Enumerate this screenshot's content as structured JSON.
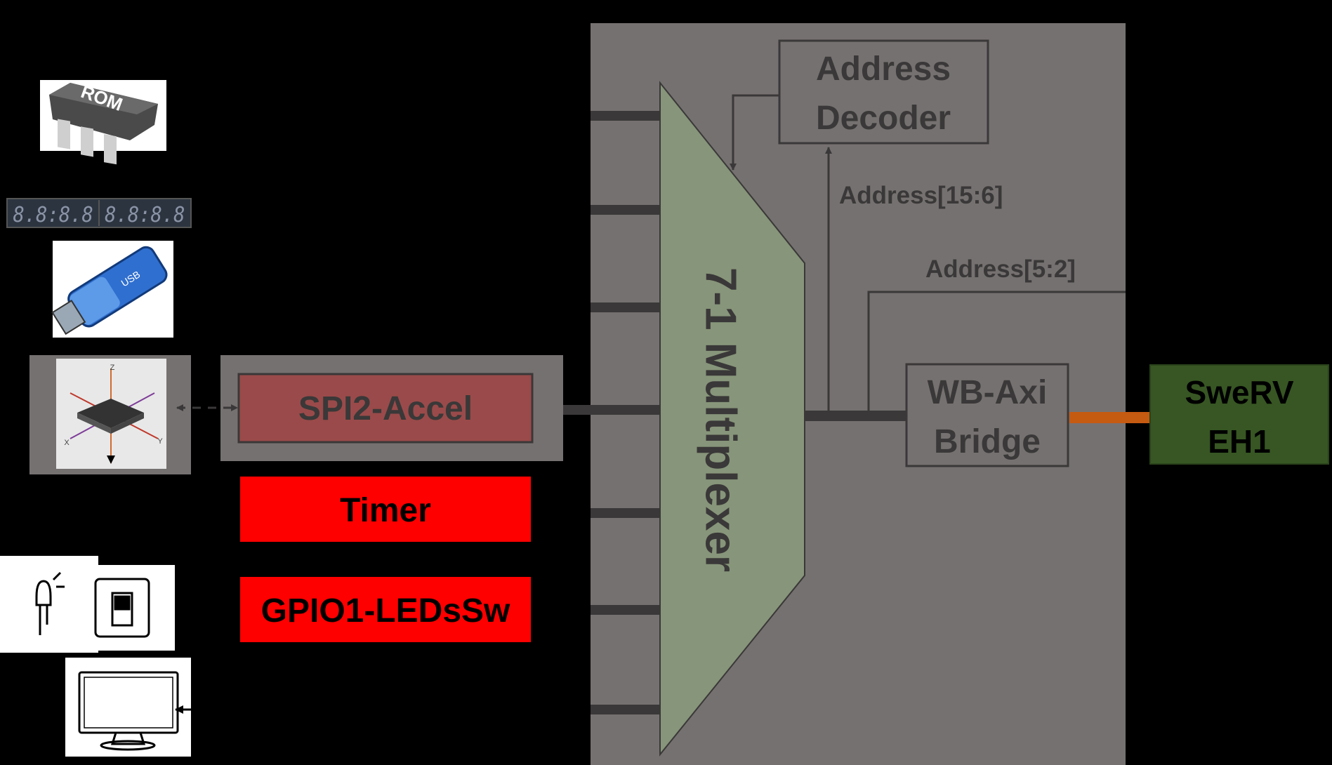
{
  "colors": {
    "background": "#000000",
    "soc_block": "#767171",
    "multiplexer": "#87957a",
    "spi_panel": "#767171",
    "spi_box": "#9a4a4a",
    "red_box": "#ff0000",
    "swerv": "#375623",
    "axi_link": "#c55a11",
    "bus": "#3a3838",
    "outline": "#3a3838"
  },
  "icons": {
    "rom": "rom-chip-icon",
    "display": "seven-segment-display-icon",
    "usb": "usb-flash-drive-icon",
    "accel": "accelerometer-chip-icon",
    "led": "led-icon",
    "switch": "toggle-switch-icon",
    "monitor": "monitor-icon"
  },
  "labels": {
    "rom_icon_text": "ROM",
    "usb_icon_text": "USB",
    "seven_seg_text": "8.8:8.8 8.8:8.8",
    "address_decoder_line1": "Address",
    "address_decoder_line2": "Decoder",
    "address_high": "Address[15:6]",
    "address_low": "Address[5:2]",
    "multiplexer": "7-1 Multiplexer",
    "spi": "SPI2-Accel",
    "timer": "Timer",
    "gpio": "GPIO1-LEDsSw",
    "bridge_line1": "WB-Axi",
    "bridge_line2": "Bridge",
    "core_line1": "SweRV",
    "core_line2": "EH1",
    "axis_x": "X",
    "axis_y": "Y",
    "axis_z": "Z"
  }
}
